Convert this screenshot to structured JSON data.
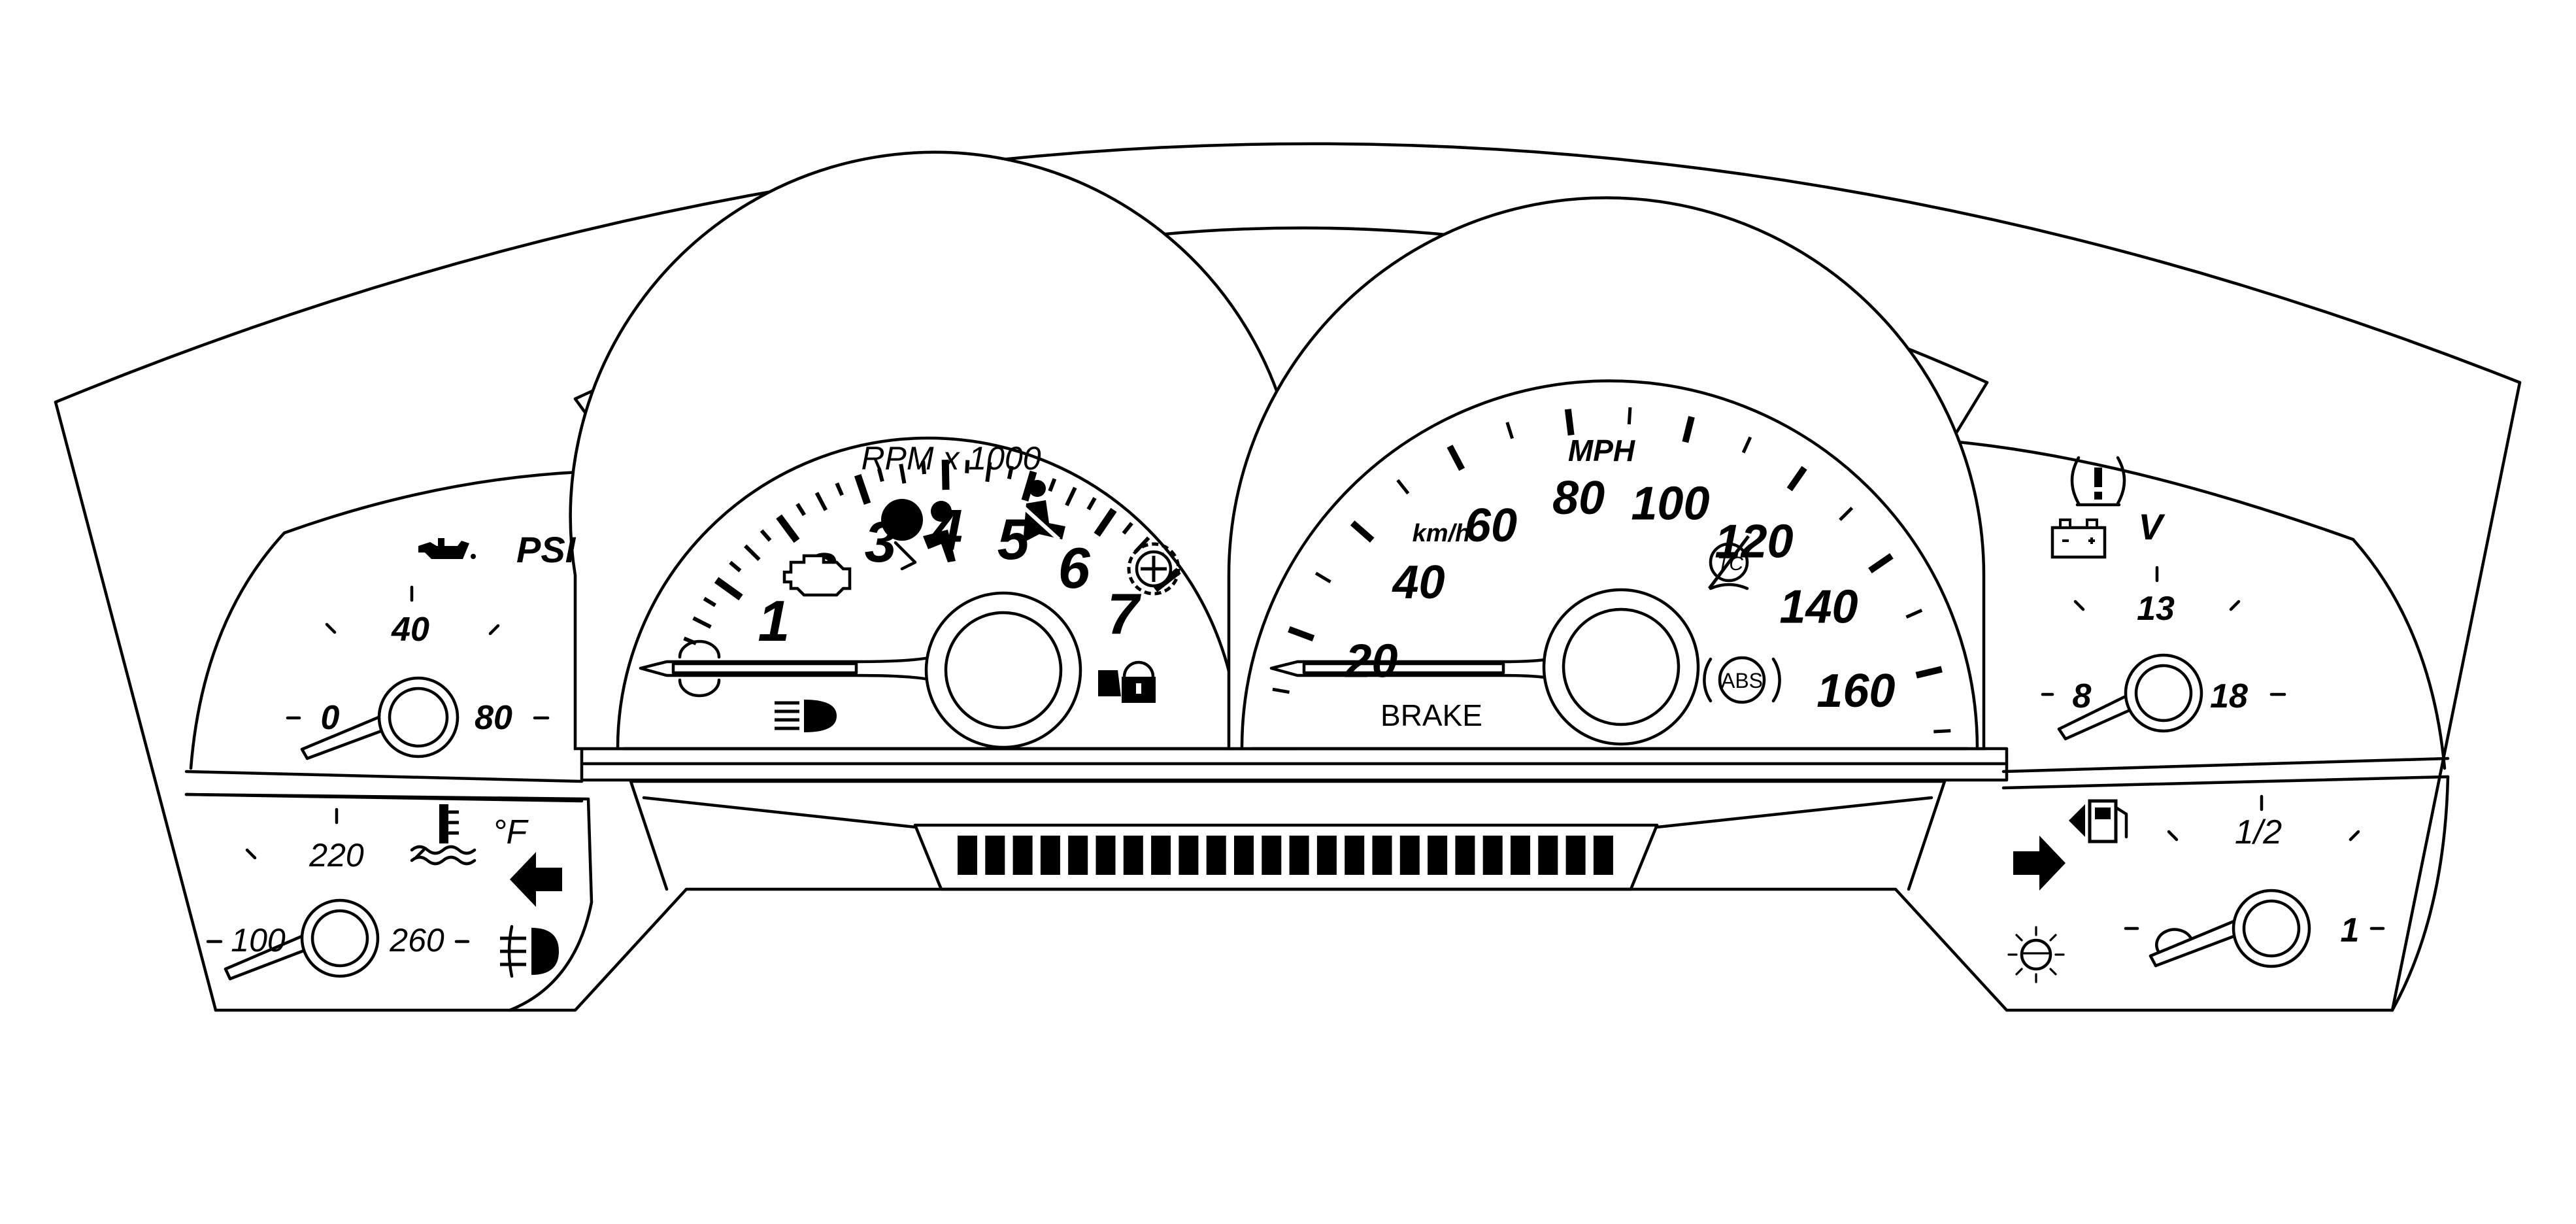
{
  "oil_gauge": {
    "unit": "PSI",
    "labels": [
      "0",
      "40",
      "80"
    ],
    "icon": "oil-can-icon"
  },
  "tachometer": {
    "title": "RPM x 1000",
    "labels": [
      "1",
      "2",
      "3",
      "4",
      "5",
      "6",
      "7"
    ]
  },
  "speedometer": {
    "unit_mph": "MPH",
    "unit_kmh": "km/h",
    "labels": [
      "20",
      "40",
      "60",
      "80",
      "100",
      "120",
      "140",
      "160"
    ],
    "brake_label": "BRAKE",
    "abs_label": "ABS",
    "tc_label": "TC"
  },
  "volt_gauge": {
    "unit": "V",
    "labels": [
      "8",
      "13",
      "18"
    ]
  },
  "temp_gauge": {
    "unit": "°F",
    "labels": [
      "100",
      "220",
      "260"
    ]
  },
  "fuel_gauge": {
    "labels": [
      "1/2",
      "1"
    ]
  },
  "odometer": {
    "segments": 24
  },
  "indicator_icons": [
    "oil-can-icon",
    "check-engine-icon",
    "airbag-icon",
    "seatbelt-icon",
    "service-gear-icon",
    "headlamp-icon",
    "security-lock-icon",
    "traction-control-off-icon",
    "abs-icon",
    "tire-pressure-icon",
    "battery-icon",
    "coolant-temp-icon",
    "left-turn-arrow-icon",
    "fog-lamp-icon",
    "fuel-pump-icon",
    "right-turn-arrow-icon",
    "lamp-sun-icon"
  ],
  "colors": {
    "line": "#000000",
    "background": "#ffffff"
  }
}
